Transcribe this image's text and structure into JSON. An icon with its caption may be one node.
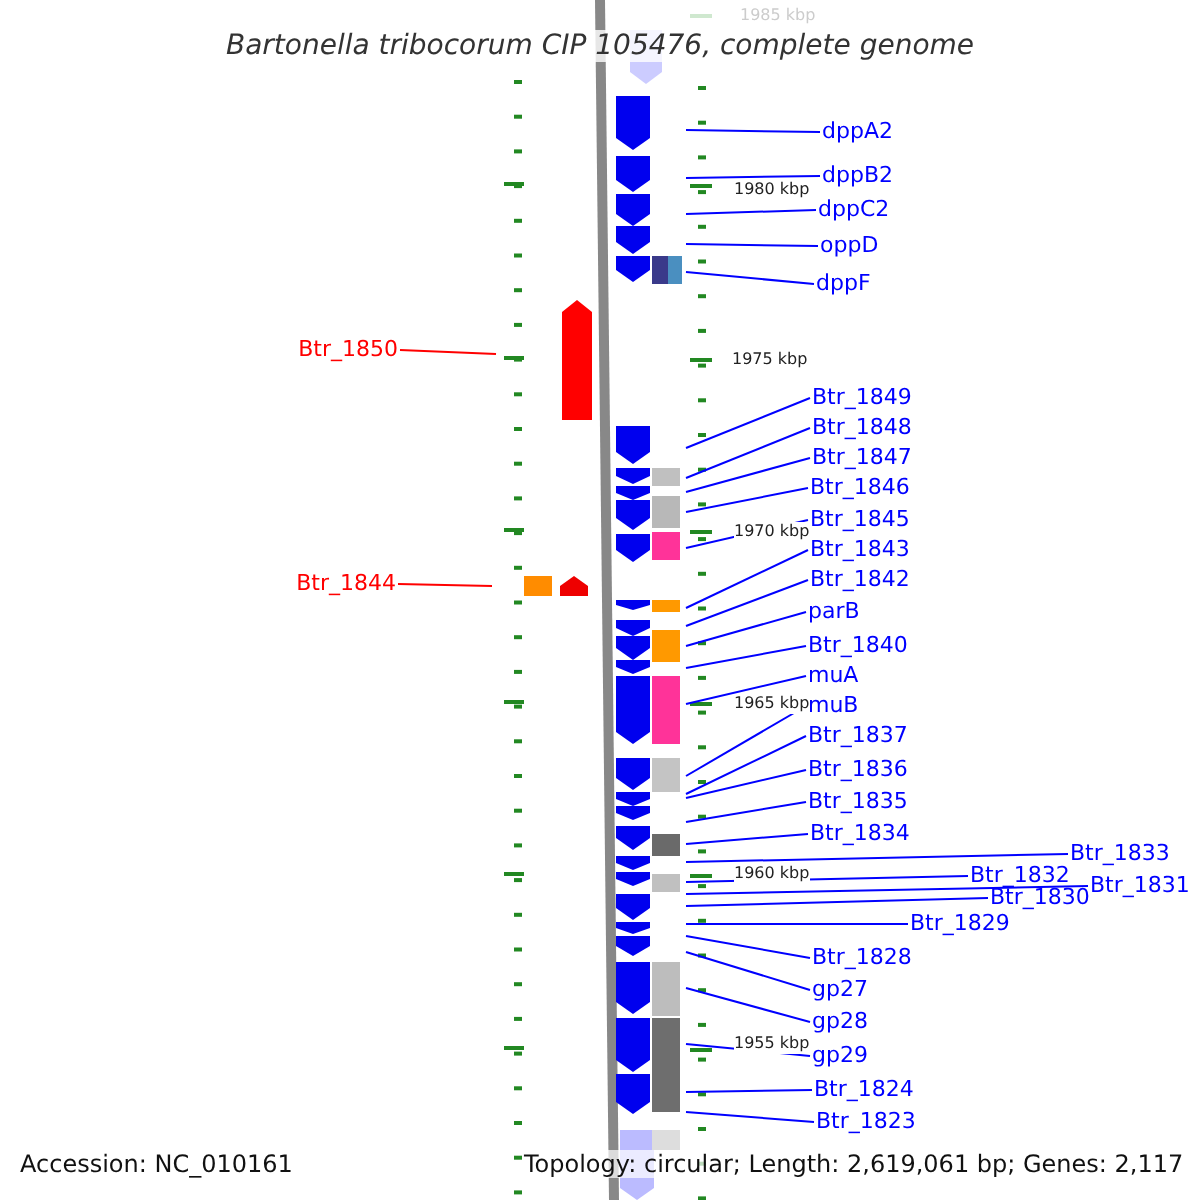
{
  "diagram": {
    "title": "Bartonella tribocorum CIP 105476, complete genome",
    "nodes": [
      {
        "text": [
          "dppA2"
        ]
      },
      {
        "text": [
          "dppB2"
        ]
      },
      {
        "text": [
          "dppC2"
        ]
      },
      {
        "text": [
          "oppD"
        ]
      },
      {
        "text": [
          "dppF"
        ]
      },
      {
        "text": [
          "Btr_1850"
        ]
      },
      {
        "text": [
          "Btr_1849"
        ]
      },
      {
        "text": [
          "Btr_1848"
        ]
      },
      {
        "text": [
          "Btr_1847"
        ]
      },
      {
        "text": [
          "Btr_1846"
        ]
      },
      {
        "text": [
          "Btr_1845"
        ]
      },
      {
        "text": [
          "Btr_1844"
        ]
      },
      {
        "text": [
          "Btr_1843"
        ]
      },
      {
        "text": [
          "Btr_1842"
        ]
      },
      {
        "text": [
          "parB"
        ]
      },
      {
        "text": [
          "Btr_1840"
        ]
      },
      {
        "text": [
          "muA"
        ]
      },
      {
        "text": [
          "muB"
        ]
      },
      {
        "text": [
          "Btr_1837"
        ]
      },
      {
        "text": [
          "Btr_1836"
        ]
      },
      {
        "text": [
          "Btr_1835"
        ]
      },
      {
        "text": [
          "Btr_1834"
        ]
      },
      {
        "text": [
          "Btr_1833"
        ]
      },
      {
        "text": [
          "Btr_1832"
        ]
      },
      {
        "text": [
          "Btr_1831"
        ]
      },
      {
        "text": [
          "Btr_1830"
        ]
      },
      {
        "text": [
          "Btr_1829"
        ]
      },
      {
        "text": [
          "Btr_1828"
        ]
      },
      {
        "text": [
          "gp27"
        ]
      },
      {
        "text": [
          "gp28"
        ]
      },
      {
        "text": [
          "gp29"
        ]
      },
      {
        "text": [
          "Btr_1824"
        ]
      },
      {
        "text": [
          "Btr_1823"
        ]
      }
    ],
    "edges": [
      {
        "from": 0,
        "to": null,
        "arrow": "none"
      },
      {
        "from": 1,
        "to": null,
        "arrow": "none"
      },
      {
        "from": 2,
        "to": null,
        "arrow": "none"
      },
      {
        "from": 3,
        "to": null,
        "arrow": "none"
      },
      {
        "from": 4,
        "to": null,
        "arrow": "none"
      },
      {
        "from": 5,
        "to": null,
        "arrow": "none",
        "color": "#ff0000"
      },
      {
        "from": 6,
        "to": null,
        "arrow": "none"
      },
      {
        "from": 7,
        "to": null,
        "arrow": "none"
      },
      {
        "from": 8,
        "to": null,
        "arrow": "none"
      },
      {
        "from": 9,
        "to": null,
        "arrow": "none"
      },
      {
        "from": 10,
        "to": null,
        "arrow": "none"
      },
      {
        "from": 11,
        "to": null,
        "arrow": "none",
        "color": "#ff0000"
      },
      {
        "from": 12,
        "to": null,
        "arrow": "none"
      },
      {
        "from": 13,
        "to": null,
        "arrow": "none"
      },
      {
        "from": 14,
        "to": null,
        "arrow": "none"
      },
      {
        "from": 15,
        "to": null,
        "arrow": "none"
      },
      {
        "from": 16,
        "to": null,
        "arrow": "none"
      },
      {
        "from": 17,
        "to": null,
        "arrow": "none"
      },
      {
        "from": 18,
        "to": null,
        "arrow": "none"
      },
      {
        "from": 19,
        "to": null,
        "arrow": "none"
      },
      {
        "from": 20,
        "to": null,
        "arrow": "none"
      },
      {
        "from": 21,
        "to": null,
        "arrow": "none"
      },
      {
        "from": 22,
        "to": null,
        "arrow": "none"
      },
      {
        "from": 23,
        "to": null,
        "arrow": "none"
      },
      {
        "from": 24,
        "to": null,
        "arrow": "none"
      },
      {
        "from": 25,
        "to": null,
        "arrow": "none"
      },
      {
        "from": 26,
        "to": null,
        "arrow": "none"
      },
      {
        "from": 27,
        "to": null,
        "arrow": "none"
      },
      {
        "from": 28,
        "to": null,
        "arrow": "none"
      },
      {
        "from": 29,
        "to": null,
        "arrow": "none"
      },
      {
        "from": 30,
        "to": null,
        "arrow": "none"
      },
      {
        "from": 31,
        "to": null,
        "arrow": "none"
      },
      {
        "from": 32,
        "to": null,
        "arrow": "none"
      }
    ],
    "labels": [
      "1985 kbp",
      "1980 kbp",
      "1975 kbp",
      "1970 kbp",
      "1965 kbp",
      "1960 kbp",
      "1955 kbp",
      "Accession: NC_010161",
      "Topology: circular; Length: 2,619,061 bp; Genes: 2,117"
    ]
  }
}
